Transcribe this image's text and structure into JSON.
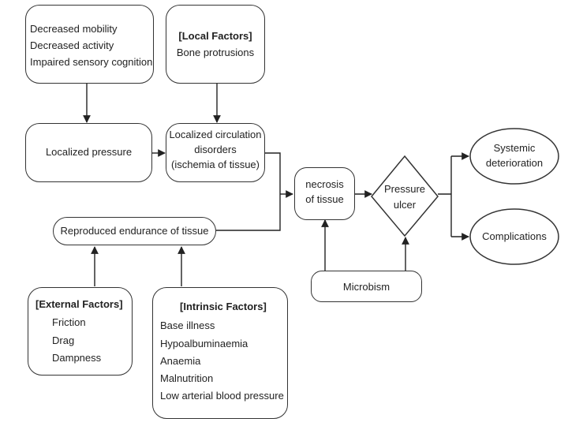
{
  "mobility": {
    "lines": [
      "Decreased mobility",
      "Decreased activity",
      "Impaired sensory cognition"
    ]
  },
  "local": {
    "title": "[Local Factors]",
    "lines": [
      "Bone protrusions"
    ]
  },
  "localized_pressure": "Localized pressure",
  "circulation": {
    "lines": [
      "Localized circulation",
      "disorders",
      "(ischemia of tissue)"
    ]
  },
  "endurance": "Reproduced endurance of tissue",
  "necrosis": {
    "lines": [
      "necrosis",
      "of tissue"
    ]
  },
  "ulcer": {
    "lines": [
      "Pressure",
      "ulcer"
    ]
  },
  "systemic": {
    "lines": [
      "Systemic",
      "deterioration"
    ]
  },
  "complications": "Complications",
  "microbism": "Microbism",
  "external": {
    "title": "[External Factors]",
    "lines": [
      "Friction",
      "Drag",
      "Dampness"
    ]
  },
  "intrinsic": {
    "title": "[Intrinsic Factors]",
    "lines": [
      "Base illness",
      "Hypoalbuminaemia",
      "Anaemia",
      "Malnutrition",
      "Low arterial blood pressure"
    ]
  }
}
